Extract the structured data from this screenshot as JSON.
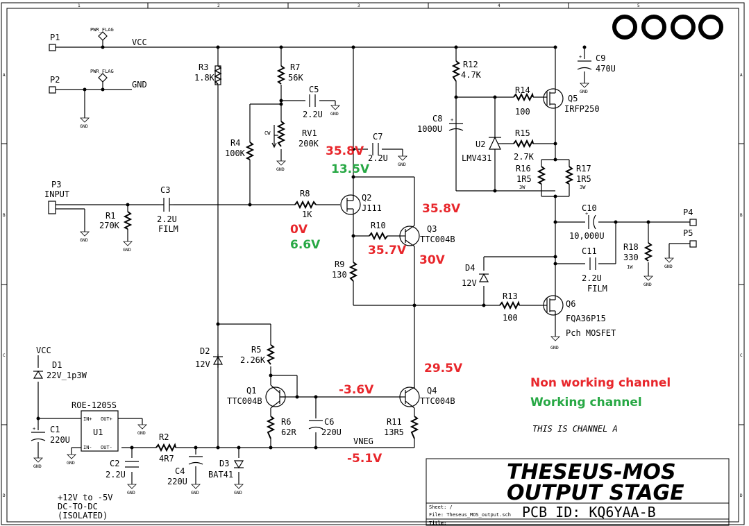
{
  "frame": {
    "cols": [
      "1",
      "2",
      "3",
      "4",
      "5"
    ],
    "rows": [
      "A",
      "B",
      "C",
      "D"
    ]
  },
  "title_block": {
    "title_line1": "THESEUS-MOS",
    "title_line2": "OUTPUT STAGE",
    "sheet": "Sheet: /",
    "file": "File: Theseus_MOS_output.sch",
    "pcb_id": "PCB ID: KQ6YAA-B",
    "title_label": "Title:"
  },
  "channel_note": "THIS IS CHANNEL A",
  "legend": {
    "non_working": "Non working channel",
    "working": "Working channel"
  },
  "net_labels": {
    "vcc": "VCC",
    "gnd": "GND",
    "vneg": "VNEG",
    "vcc2": "VCC",
    "pwr_flag": "PWR_FLAG",
    "gnd_sym": "GND"
  },
  "connectors": {
    "p1": "P1",
    "p2": "P2",
    "p3": "P3",
    "p3_name": "INPUT",
    "p4": "P4",
    "p5": "P5"
  },
  "components": {
    "r1": [
      "R1",
      "270K"
    ],
    "r2": [
      "R2",
      "4R7"
    ],
    "r3": [
      "R3",
      "1.8K"
    ],
    "r4": [
      "R4",
      "100K"
    ],
    "r5": [
      "R5",
      "2.26K"
    ],
    "r6": [
      "R6",
      "62R"
    ],
    "r7": [
      "R7",
      "56K"
    ],
    "r8": [
      "R8",
      "1K"
    ],
    "r9": [
      "R9",
      "130"
    ],
    "r10": [
      "R10",
      ""
    ],
    "r11": [
      "R11",
      "13R5"
    ],
    "r12": [
      "R12",
      "4.7K"
    ],
    "r13": [
      "R13",
      "100"
    ],
    "r14": [
      "R14",
      "100"
    ],
    "r15": [
      "R15",
      "2.7K"
    ],
    "r16": [
      "R16",
      "1R5",
      "3W"
    ],
    "r17": [
      "R17",
      "1R5",
      "3W"
    ],
    "r18": [
      "R18",
      "330",
      "1W"
    ],
    "rv1": [
      "RV1",
      "200K",
      "CW"
    ],
    "c1": [
      "C1",
      "220U"
    ],
    "c2": [
      "C2",
      "2.2U"
    ],
    "c3": [
      "C3",
      "2.2U",
      "FILM"
    ],
    "c4": [
      "C4",
      "220U"
    ],
    "c5": [
      "C5",
      "2.2U"
    ],
    "c6": [
      "C6",
      "220U"
    ],
    "c7": [
      "C7",
      "2.2U"
    ],
    "c8": [
      "C8",
      "1000U"
    ],
    "c9": [
      "C9",
      "470U"
    ],
    "c10": [
      "C10",
      "10,000U"
    ],
    "c11": [
      "C11",
      "2.2U",
      "FILM"
    ],
    "d1": [
      "D1",
      "22V_1p3W"
    ],
    "d2": [
      "D2",
      "12V"
    ],
    "d3": [
      "D3",
      "BAT41"
    ],
    "d4": [
      "D4",
      "12V"
    ],
    "q1": [
      "Q1",
      "TTC004B"
    ],
    "q2": [
      "Q2",
      "J111"
    ],
    "q3": [
      "Q3",
      "TTC004B"
    ],
    "q4": [
      "Q4",
      "TTC004B"
    ],
    "q5": [
      "Q5",
      "IRFP250"
    ],
    "q6": [
      "Q6",
      "FQA36P15",
      "Pch MOSFET"
    ],
    "u1": [
      "U1",
      "ROE-1205S",
      "IN+",
      "OUT+",
      "IN-",
      "OUT-"
    ],
    "u2": [
      "U2",
      "LMV431"
    ]
  },
  "dcdc_note": [
    "+12V to -5V",
    "DC-TO-DC",
    "(ISOLATED)"
  ],
  "voltages_non_working": {
    "q2_drain": "35.8V",
    "q2_gate": "0V",
    "q3_collector": "35.8V",
    "q3_base": "35.7V",
    "q3_emitter": "30V",
    "q4_collector": "29.5V",
    "q4_base": "-3.6V",
    "vneg": "-5.1V"
  },
  "voltages_working": {
    "q2_drain": "13.5V",
    "q2_gate": "6.6V"
  },
  "colors": {
    "non_working": "#e8262b",
    "working": "#27a844",
    "wire": "#000000"
  },
  "logo_circles": 4
}
